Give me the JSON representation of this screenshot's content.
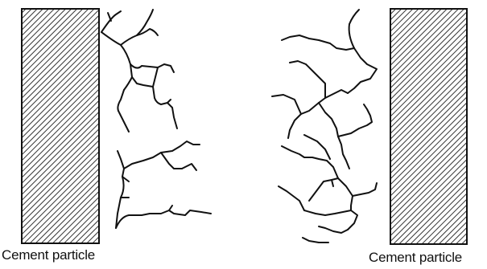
{
  "diagram": {
    "labels": {
      "left_particle": "Cement particle",
      "right_particle": "Cement particle"
    },
    "colors": {
      "background": "#ffffff",
      "ink": "#111111",
      "hatch": "#333333"
    },
    "elements": [
      {
        "name": "left-cement-particle",
        "kind": "hatched-rectangle"
      },
      {
        "name": "right-cement-particle",
        "kind": "hatched-rectangle"
      },
      {
        "name": "left-crystal-network",
        "kind": "branching-lines"
      },
      {
        "name": "right-crystal-network",
        "kind": "branching-lines"
      }
    ]
  }
}
